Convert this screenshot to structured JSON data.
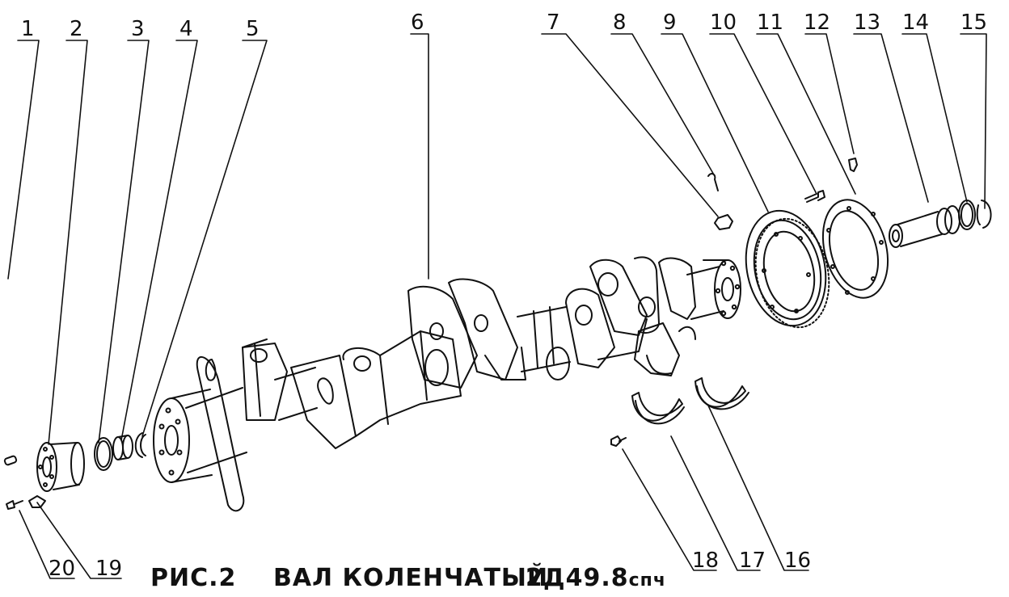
{
  "callouts": {
    "n1": "1",
    "n2": "2",
    "n3": "3",
    "n4": "4",
    "n5": "5",
    "n6": "6",
    "n7": "7",
    "n8": "8",
    "n9": "9",
    "n10": "10",
    "n11": "11",
    "n12": "12",
    "n13": "13",
    "n14": "14",
    "n15": "15",
    "n16": "16",
    "n17": "17",
    "n18": "18",
    "n19": "19",
    "n20": "20"
  },
  "caption": {
    "figure": "РИС.2",
    "title": "ВАЛ КОЛЕНЧАТЫЙ",
    "model": "2Д49.8",
    "model_suffix": "спч"
  }
}
